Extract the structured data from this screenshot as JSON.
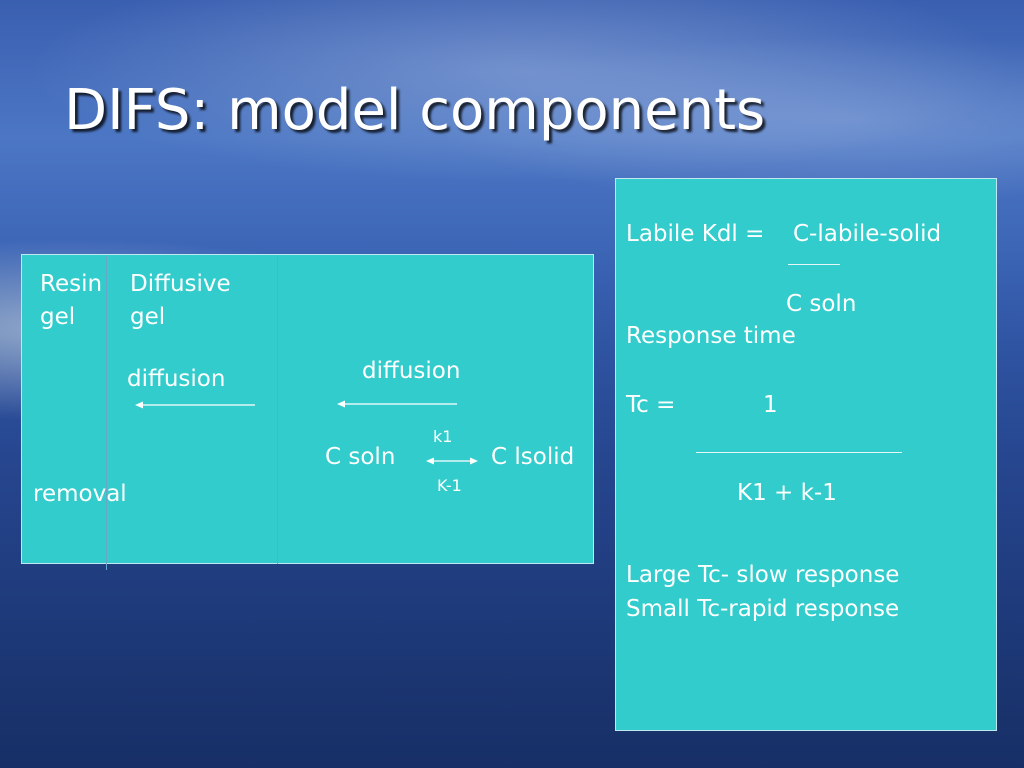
{
  "slide": {
    "title": "DIFS: model components"
  },
  "diagram": {
    "resin_gel": "Resin\ngel",
    "diffusive_gel": "Diffusive\ngel",
    "diffusion_left": "diffusion",
    "diffusion_right": "diffusion",
    "removal": "removal",
    "c_soln": "C soln",
    "c_lsolid": "C lsolid",
    "k1": "k1",
    "k_minus_1": "K-1"
  },
  "notes": {
    "labile_kdl_lhs": "Labile Kdl =",
    "labile_numerator": "C-labile-solid",
    "labile_denominator": "C soln",
    "response_time": "Response time",
    "tc_lhs": "Tc =",
    "tc_numerator": "1",
    "tc_denominator": "K1 + k-1",
    "large_tc": "Large Tc- slow response",
    "small_tc": "Small Tc-rapid response"
  },
  "colors": {
    "panel": "#33cccc",
    "text": "#ffffff"
  }
}
